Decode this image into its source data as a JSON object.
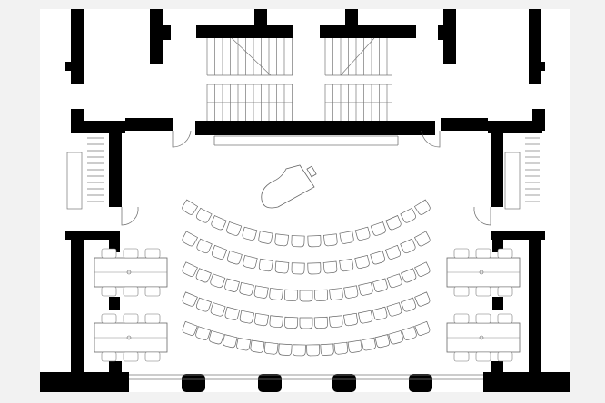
{
  "colors": {
    "background": "#f2f2f2",
    "paper": "#ffffff",
    "wall": "#000000",
    "line": "#555555"
  },
  "seating": {
    "rows": 5,
    "seats_per_row": [
      16,
      16,
      17,
      17,
      18
    ]
  },
  "tables": {
    "count": 4,
    "chairs_per_table": 6
  }
}
